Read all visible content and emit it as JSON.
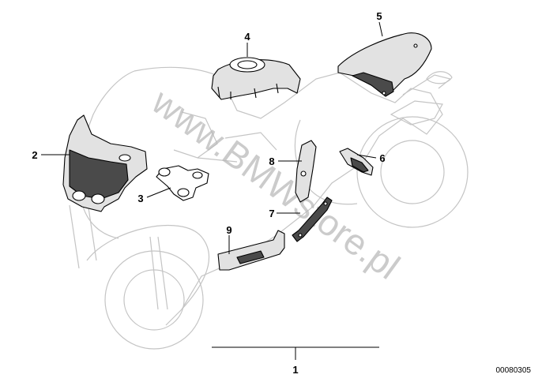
{
  "diagram": {
    "watermark": "www.BMWstore.pl",
    "document_number": "00080305",
    "callouts": [
      {
        "id": "1",
        "label": "1"
      },
      {
        "id": "2",
        "label": "2"
      },
      {
        "id": "3",
        "label": "3"
      },
      {
        "id": "4",
        "label": "4"
      },
      {
        "id": "5",
        "label": "5"
      },
      {
        "id": "6",
        "label": "6"
      },
      {
        "id": "7",
        "label": "7"
      },
      {
        "id": "8",
        "label": "8"
      },
      {
        "id": "9",
        "label": "9"
      }
    ],
    "colors": {
      "ghost_outline": "#c4c4c4",
      "part_fill_light": "#e2e2e2",
      "part_fill_dark": "#4a4a4a",
      "watermark": "#b9b9b9"
    }
  }
}
